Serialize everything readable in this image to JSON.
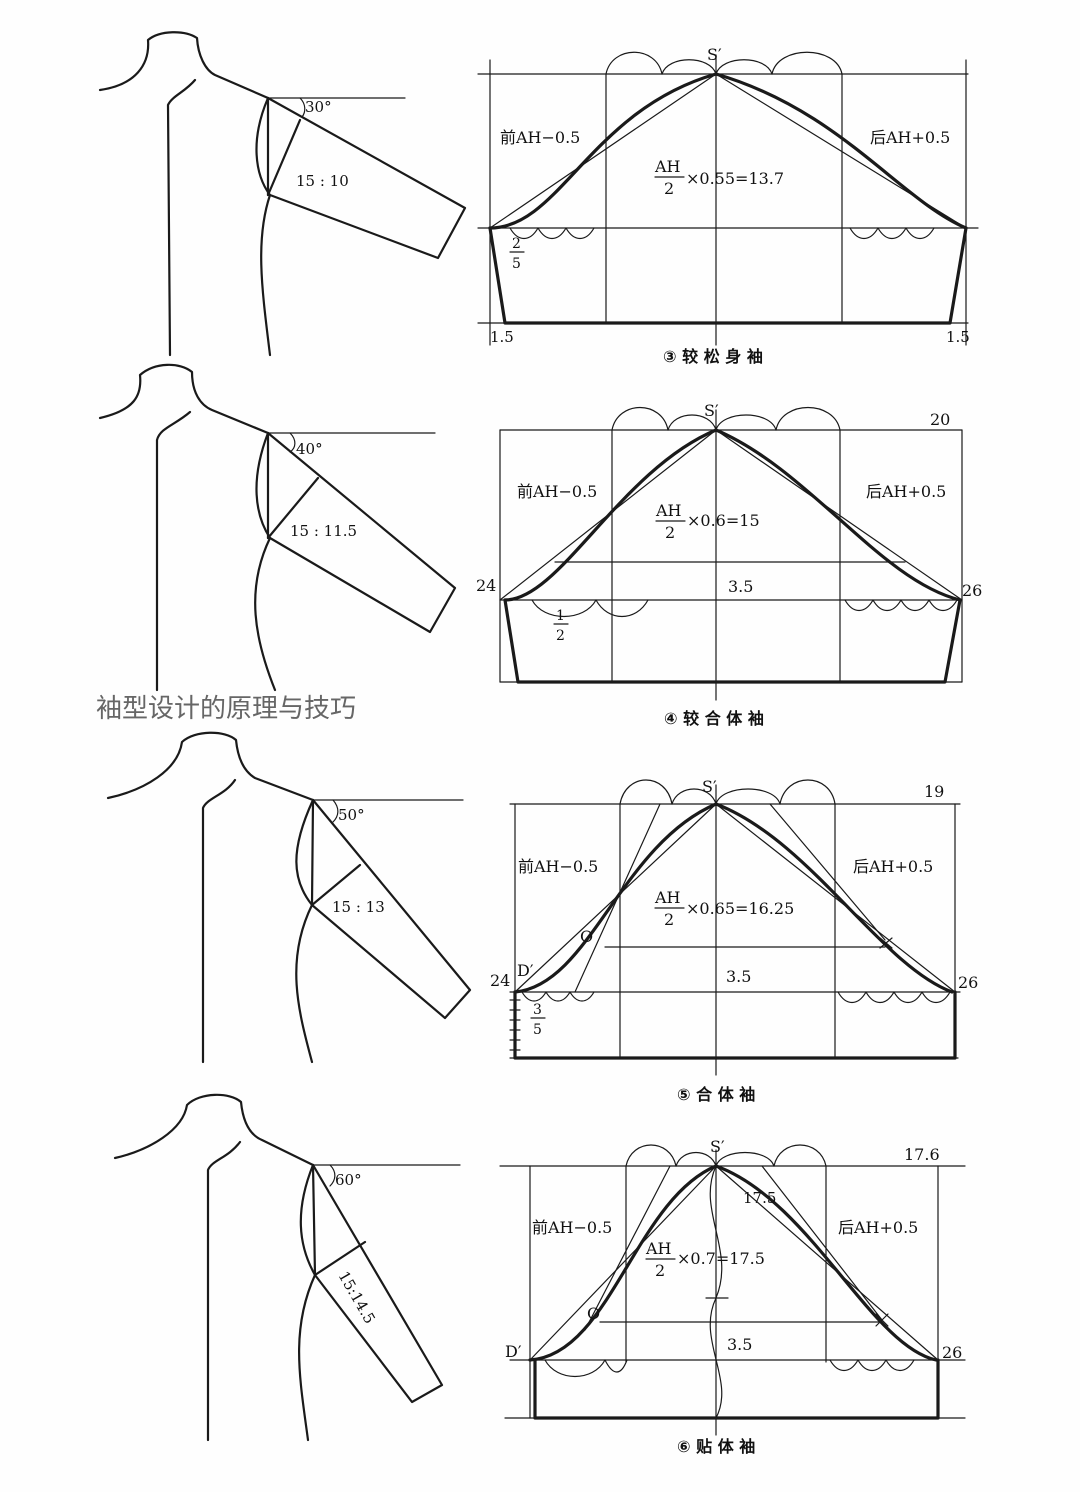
{
  "watermark": "袖型设计的原理与技巧",
  "rows": [
    {
      "angle": "30°",
      "ratio": "15 : 10",
      "front": "前AH−0.5",
      "back": "后AH+0.5",
      "formula_num": "AH",
      "formula_den": "2",
      "formula_rest": "×0.55=13.7",
      "apex": "S′",
      "frac_num": "2",
      "frac_den": "5",
      "left_bottom": "1.5",
      "right_bottom": "1.5",
      "caption": "③ 较 松 身 袖"
    },
    {
      "angle": "40°",
      "ratio": "15 : 11.5",
      "front": "前AH−0.5",
      "back": "后AH+0.5",
      "formula_num": "AH",
      "formula_den": "2",
      "formula_rest": "×0.6=15",
      "apex": "S′",
      "top_right": "20",
      "left_mid": "24",
      "right_mid": "26",
      "gap": "3.5",
      "frac_num": "1",
      "frac_den": "2",
      "caption": "④ 较 合 体 袖"
    },
    {
      "angle": "50°",
      "ratio": "15 : 13",
      "front": "前AH−0.5",
      "back": "后AH+0.5",
      "formula_num": "AH",
      "formula_den": "2",
      "formula_rest": "×0.65=16.25",
      "apex": "S′",
      "top_right": "19",
      "left_mid": "24",
      "right_mid": "26",
      "gap": "3.5",
      "point_o": "O",
      "point_d": "D′",
      "frac_num": "3",
      "frac_den": "5",
      "caption": "⑤ 合 体 袖"
    },
    {
      "angle": "60°",
      "ratio": "15:14.5",
      "front": "前AH−0.5",
      "back": "后AH+0.5",
      "formula_num": "AH",
      "formula_den": "2",
      "formula_rest": "×0.7=17.5",
      "apex": "S′",
      "top_right": "17.6",
      "right_mid": "26",
      "gap": "3.5",
      "inner": "17.5",
      "point_o": "O",
      "point_d": "D′",
      "caption": "⑥ 贴 体 袖"
    }
  ]
}
